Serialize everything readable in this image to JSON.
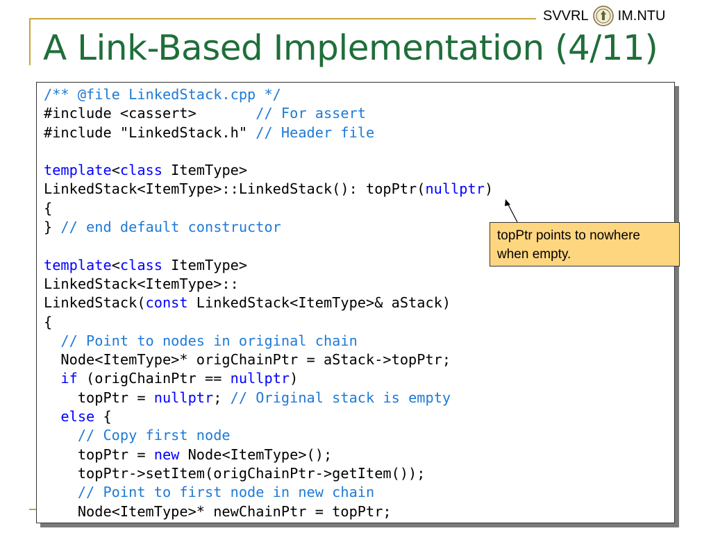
{
  "header": {
    "brand_left": "SVVRL",
    "brand_right": "IM.NTU",
    "seal_icon": "ntu-seal-icon"
  },
  "slide": {
    "title": "A Link-Based Implementation (4/11)"
  },
  "code": {
    "l1": "/** @file LinkedStack.cpp */",
    "l2a": "#include <cassert>       ",
    "l2b": "// For assert",
    "l3a": "#include \"LinkedStack.h\" ",
    "l3b": "// Header file",
    "l5a": "template",
    "l5b": "<",
    "l5c": "class",
    "l5d": " ItemType>",
    "l6a": "LinkedStack<ItemType>::LinkedStack(): topPtr(",
    "l6b": "nullptr",
    "l6c": ")",
    "l7": "{",
    "l8a": "} ",
    "l8b": "// end default constructor",
    "l10a": "template",
    "l10b": "<",
    "l10c": "class",
    "l10d": " ItemType>",
    "l11": "LinkedStack<ItemType>::",
    "l12a": "LinkedStack(",
    "l12b": "const",
    "l12c": " LinkedStack<ItemType>& aStack)",
    "l13": "{",
    "l14a": "  ",
    "l14b": "// Point to nodes in original chain",
    "l15": "  Node<ItemType>* origChainPtr = aStack->topPtr;",
    "l16a": "  ",
    "l16b": "if",
    "l16c": " (origChainPtr == ",
    "l16d": "nullptr",
    "l16e": ")",
    "l17a": "    topPtr = ",
    "l17b": "nullptr",
    "l17c": "; ",
    "l17d": "// Original stack is empty",
    "l18a": "  ",
    "l18b": "else",
    "l18c": " {",
    "l19a": "    ",
    "l19b": "// Copy first node",
    "l20a": "    topPtr = ",
    "l20b": "new",
    "l20c": " Node<ItemType>();",
    "l21": "    topPtr->setItem(origChainPtr->getItem());",
    "l22a": "    ",
    "l22b": "// Point to first node in new chain",
    "l23": "    Node<ItemType>* newChainPtr = topPtr;"
  },
  "callout": {
    "text_line1": "topPtr points to nowhere",
    "text_line2": "when empty."
  },
  "colors": {
    "title": "#1f6e3a",
    "rule": "#c8a23c",
    "keyword": "#0000ff",
    "comment": "#1f7ad6",
    "callout_bg": "#fed680"
  }
}
